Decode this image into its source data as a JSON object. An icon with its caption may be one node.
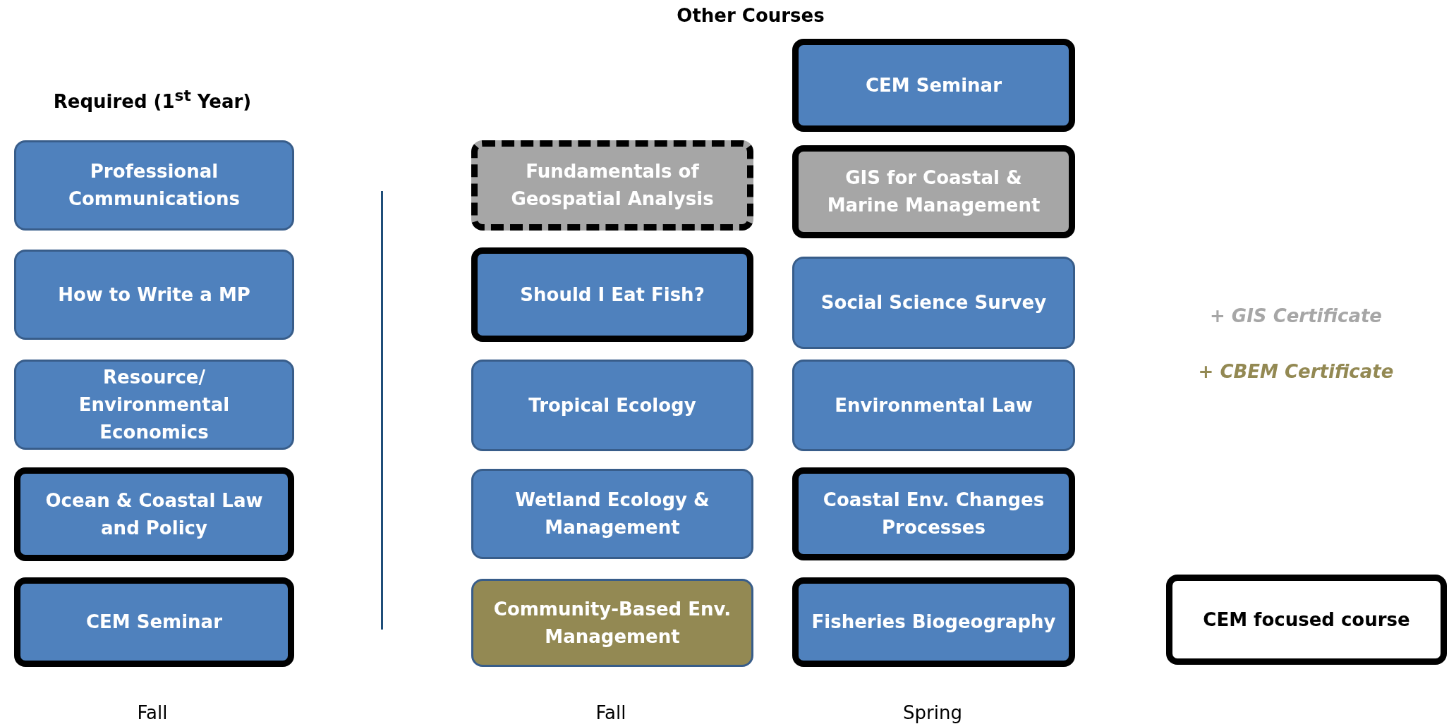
{
  "diagram": {
    "nodes": [
      {
        "text": [
          "Professional Communications"
        ]
      },
      {
        "text": [
          "How to Write a MP"
        ]
      },
      {
        "text": [
          "Resource/ Environmental Economics"
        ]
      },
      {
        "text": [
          "Ocean & Coastal Law and Policy"
        ]
      },
      {
        "text": [
          "CEM Seminar"
        ]
      },
      {
        "text": [
          "Fundamentals of Geospatial Analysis"
        ]
      },
      {
        "text": [
          "Should I Eat Fish?"
        ]
      },
      {
        "text": [
          "Tropical Ecology"
        ]
      },
      {
        "text": [
          "Wetland Ecology & Management"
        ]
      },
      {
        "text": [
          "Community-Based Env. Management"
        ]
      },
      {
        "text": [
          "CEM Seminar"
        ]
      },
      {
        "text": [
          "GIS for Coastal & Marine Management"
        ]
      },
      {
        "text": [
          "Social Science Survey"
        ]
      },
      {
        "text": [
          "Environmental Law"
        ]
      },
      {
        "text": [
          "Coastal Env. Changes Processes"
        ]
      },
      {
        "text": [
          "Fisheries Biogeography"
        ]
      }
    ],
    "edges": [],
    "labels": [
      "Other Courses",
      "Required (1$^{st}$ Year)",
      "Fall",
      "Fall",
      "Spring"
    ],
    "legend": [
      {
        "text": "+ GIS Certificate",
        "color": "#a6a6a6"
      },
      {
        "text": "+ CBEM Certificate",
        "color": "#938953"
      },
      {
        "text": "CEM focused course"
      }
    ]
  }
}
